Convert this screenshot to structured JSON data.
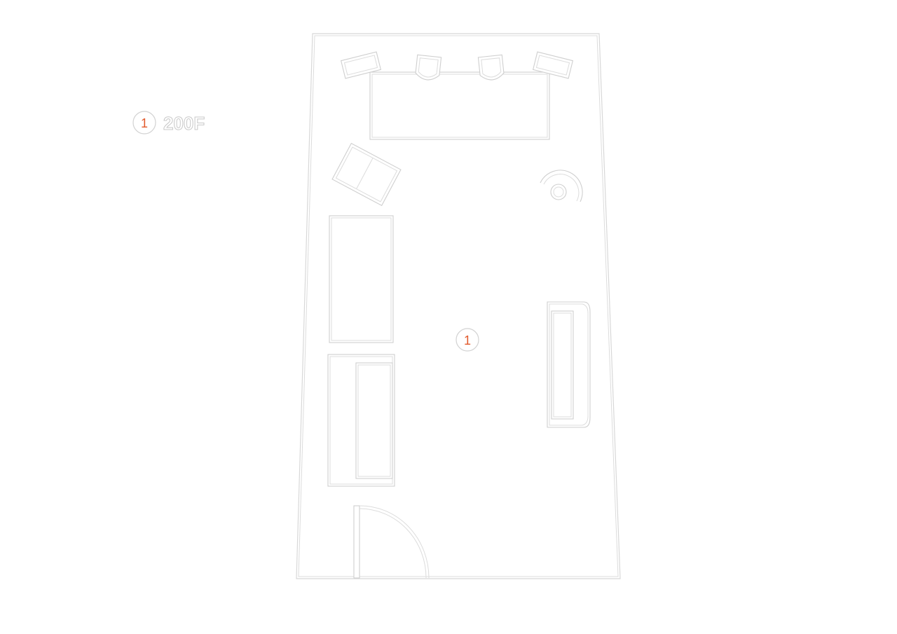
{
  "legend": {
    "marker_number": "1",
    "label": "200F"
  },
  "room": {
    "marker_number": "1"
  },
  "colors": {
    "marker_number": "#e25a2c",
    "outline": "#d0d0d0",
    "background": "#ffffff"
  }
}
